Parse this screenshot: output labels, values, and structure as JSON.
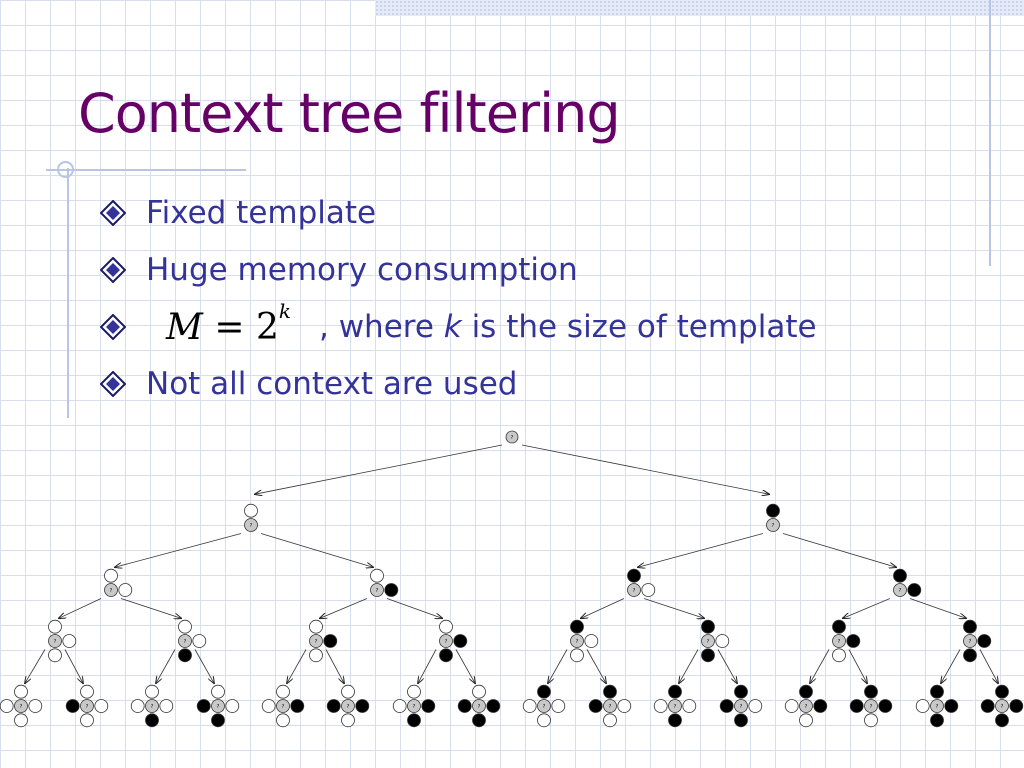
{
  "slide": {
    "title": "Context tree filtering"
  },
  "bullets": [
    {
      "text": "Fixed template"
    },
    {
      "text": "Huge memory consumption"
    },
    {
      "formula": {
        "lhs": "M",
        "eq": "=",
        "base": "2",
        "exponent": "k"
      },
      "text_before_var": ", where ",
      "var": "k",
      "text_after_var": " is the size of template"
    },
    {
      "text": "Not all context are used"
    }
  ],
  "bullet_icon": "diamond-bullet-icon",
  "tree": {
    "node_label": "?",
    "levels": 5,
    "description_colors": {
      "white": "#ffffff",
      "black": "#000000",
      "unknown": "#c8c8c8"
    }
  },
  "colors": {
    "title": "#660066",
    "body_text": "#333399",
    "grid": "#d9deef",
    "accent_line": "#b9c4e6"
  }
}
